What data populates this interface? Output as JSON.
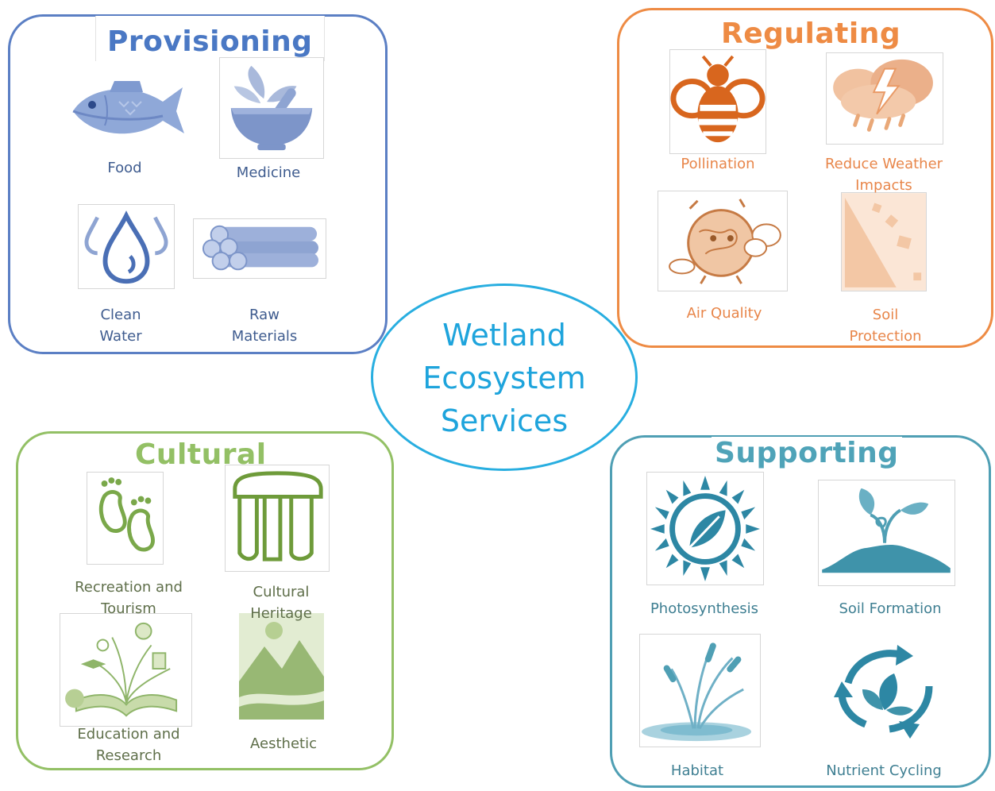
{
  "center": {
    "line1": "Wetland",
    "line2": "Ecosystem",
    "line3": "Services"
  },
  "provisioning": {
    "title": "Provisioning",
    "color": "#5b7fc4",
    "items": [
      {
        "label_lines": [
          "Food"
        ],
        "icon": "fish-icon"
      },
      {
        "label_lines": [
          "Medicine"
        ],
        "icon": "mortar-pestle-icon"
      },
      {
        "label_lines": [
          "Clean",
          "Water"
        ],
        "icon": "water-drops-icon"
      },
      {
        "label_lines": [
          "Raw",
          "Materials"
        ],
        "icon": "logs-icon"
      }
    ]
  },
  "regulating": {
    "title": "Regulating",
    "color": "#ee8b44",
    "items": [
      {
        "label_lines": [
          "Pollination"
        ],
        "icon": "bee-icon"
      },
      {
        "label_lines": [
          "Reduce Weather",
          "Impacts"
        ],
        "icon": "storm-cloud-icon"
      },
      {
        "label_lines": [
          "Air Quality"
        ],
        "icon": "polluted-earth-icon"
      },
      {
        "label_lines": [
          "Soil",
          "Protection"
        ],
        "icon": "landslide-icon"
      }
    ]
  },
  "cultural": {
    "title": "Cultural",
    "color": "#93c065",
    "items": [
      {
        "label_lines": [
          "Recreation and",
          "Tourism"
        ],
        "icon": "footprints-icon"
      },
      {
        "label_lines": [
          "Cultural",
          "Heritage"
        ],
        "icon": "stonehenge-icon"
      },
      {
        "label_lines": [
          "Education and",
          "Research"
        ],
        "icon": "open-book-icon"
      },
      {
        "label_lines": [
          "Aesthetic"
        ],
        "icon": "landscape-icon"
      }
    ]
  },
  "supporting": {
    "title": "Supporting",
    "color": "#4f9fb4",
    "items": [
      {
        "label_lines": [
          "Photosynthesis"
        ],
        "icon": "sun-leaf-icon"
      },
      {
        "label_lines": [
          "Soil Formation"
        ],
        "icon": "sprout-soil-icon"
      },
      {
        "label_lines": [
          "Habitat"
        ],
        "icon": "cattails-icon"
      },
      {
        "label_lines": [
          "Nutrient Cycling"
        ],
        "icon": "recycle-leaf-icon"
      }
    ]
  }
}
